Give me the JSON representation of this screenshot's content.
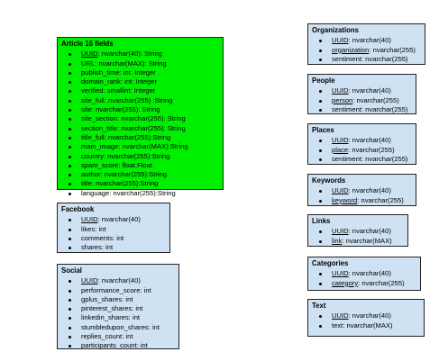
{
  "article": {
    "title": "Article 16 fields",
    "fields": [
      {
        "name": "UUID",
        "type": "nvarchar(40): String",
        "key": true
      },
      {
        "name": "URL",
        "type": "nvarchar(MAX): String",
        "key": false
      },
      {
        "name": "publish_time",
        "type": "int: Integer",
        "key": false
      },
      {
        "name": "domain_rank",
        "type": "int: Integer",
        "key": false
      },
      {
        "name": "verified",
        "type": "smallint: Integer",
        "key": false
      },
      {
        "name": "site_full",
        "type": "nvarchar(255) :String",
        "key": false
      },
      {
        "name": "site",
        "type": "nvarchar(255): String",
        "key": false
      },
      {
        "name": "site_section",
        "type": "nvarchar(255): String",
        "key": false
      },
      {
        "name": "section_title",
        "type": "nvarchar(255): String",
        "key": false
      },
      {
        "name": "title_full",
        "type": "nvarchar(255):String",
        "key": false
      },
      {
        "name": "main_image",
        "type": "nvarchar(MAX):String",
        "key": false
      },
      {
        "name": "country",
        "type": "nvarchar(255):String",
        "key": false
      },
      {
        "name": "spam_score",
        "type": "float:Float",
        "key": false
      },
      {
        "name": "author",
        "type": "nvarchar(255):String",
        "key": false
      },
      {
        "name": "title",
        "type": "nvarchar(255):String",
        "key": false
      },
      {
        "name": "language",
        "type": "nvarchar(255):String",
        "key": false
      }
    ]
  },
  "facebook": {
    "title": "Facebook",
    "fields": [
      {
        "name": "UUID",
        "type": "nvarchar(40)",
        "key": true
      },
      {
        "name": "likes",
        "type": "int",
        "key": false
      },
      {
        "name": "comments",
        "type": "int",
        "key": false
      },
      {
        "name": "shares",
        "type": "int",
        "key": false
      }
    ]
  },
  "social": {
    "title": "Social",
    "fields": [
      {
        "name": "UUID",
        "type": "nvarchar(40)",
        "key": true
      },
      {
        "name": "performance_score",
        "type": "int",
        "key": false
      },
      {
        "name": "gplus_shares",
        "type": "int",
        "key": false
      },
      {
        "name": "pinterest_shares",
        "type": "int",
        "key": false
      },
      {
        "name": "linkedin_shares",
        "type": "int",
        "key": false
      },
      {
        "name": "stumbledupon_shares",
        "type": "int",
        "key": false
      },
      {
        "name": "replies_count",
        "type": "int",
        "key": false
      },
      {
        "name": "participants_count",
        "type": "int",
        "key": false
      }
    ]
  },
  "organizations": {
    "title": "Organizations",
    "fields": [
      {
        "name": "UUID",
        "type": "nvarchar(40)",
        "key": true
      },
      {
        "name": "organization",
        "type": "nvarchar(255)",
        "key": true
      },
      {
        "name": "sentiment",
        "type": "nvarchar(255)",
        "key": false
      }
    ]
  },
  "people": {
    "title": "People",
    "fields": [
      {
        "name": "UUID",
        "type": "nvarchar(40)",
        "key": true
      },
      {
        "name": "person",
        "type": "nvarchar(255)",
        "key": true
      },
      {
        "name": "sentiment",
        "type": "nvarchar(255)",
        "key": false
      }
    ]
  },
  "places": {
    "title": "Places",
    "fields": [
      {
        "name": "UUID",
        "type": "nvarchar(40)",
        "key": true
      },
      {
        "name": "place",
        "type": "nvarchar(255)",
        "key": true
      },
      {
        "name": "sentiment",
        "type": "nvarchar(255)",
        "key": false
      }
    ]
  },
  "keywords": {
    "title": "Keywords",
    "fields": [
      {
        "name": "UUID",
        "type": "nvarchar(40)",
        "key": true
      },
      {
        "name": "keyword",
        "type": "nvarchar(255)",
        "key": true
      }
    ]
  },
  "links": {
    "title": "Links",
    "fields": [
      {
        "name": "UUID",
        "type": "nvarchar(40)",
        "key": true
      },
      {
        "name": "link",
        "type": "nvarchar(MAX)",
        "key": true
      }
    ]
  },
  "categories": {
    "title": "Categories",
    "fields": [
      {
        "name": "UUID",
        "type": "nvarchar(40)",
        "key": true
      },
      {
        "name": "category",
        "type": "nvarchar(255)",
        "key": true
      }
    ]
  },
  "text": {
    "title": "Text",
    "fields": [
      {
        "name": "UUID",
        "type": "nvarchar(40)",
        "key": true
      },
      {
        "name": "text",
        "type": "nvarchar(MAX)",
        "key": false
      }
    ]
  }
}
